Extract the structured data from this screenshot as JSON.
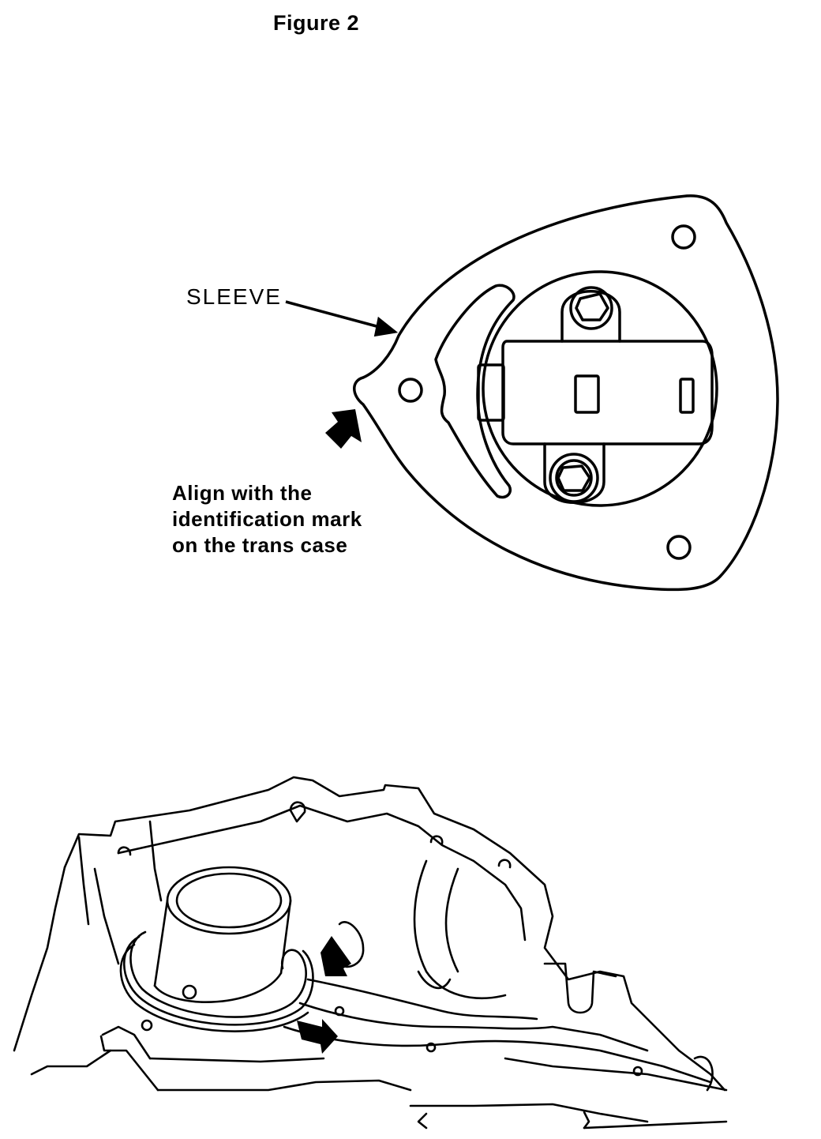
{
  "figure": {
    "title": "Figure 2"
  },
  "top_view": {
    "sleeve_label": "SLEEVE",
    "align_note_lines": [
      "Align with the",
      "identification mark",
      "on the trans case"
    ]
  },
  "colors": {
    "ink": "#000000",
    "paper": "#ffffff"
  }
}
